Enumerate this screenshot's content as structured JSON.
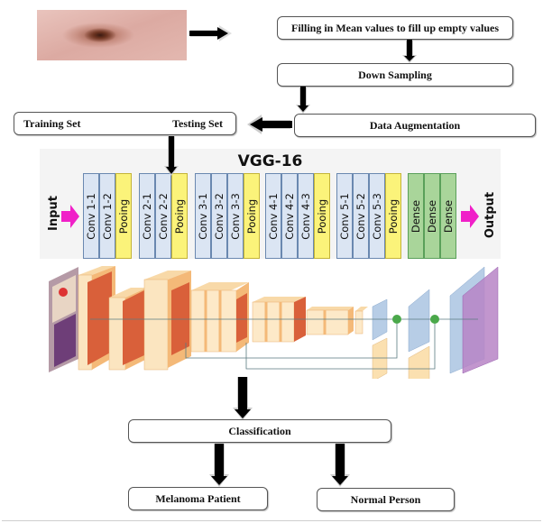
{
  "pipeline": {
    "input_image": {
      "label": "skin-lesion-image"
    },
    "steps": {
      "filling": "Filling in Mean values to fill up empty values",
      "down_sampling": "Down Sampling",
      "data_augmentation": "Data Augmentation",
      "training_set": "Training Set",
      "testing_set": "Testing Set",
      "classification": "Classification",
      "melanoma": "Melanoma Patient",
      "normal": "Normal Person"
    }
  },
  "vgg": {
    "title": "VGG-16",
    "input_label": "Input",
    "output_label": "Output",
    "blocks": [
      {
        "layers": [
          "Conv 1-1",
          "Conv 1-2",
          "Pooing"
        ]
      },
      {
        "layers": [
          "Conv 2-1",
          "Conv 2-2",
          "Pooing"
        ]
      },
      {
        "layers": [
          "Conv 3-1",
          "Conv 3-2",
          "Conv 3-3",
          "Pooing"
        ]
      },
      {
        "layers": [
          "Conv 4-1",
          "Conv 4-2",
          "Conv 4-3",
          "Pooing"
        ]
      },
      {
        "layers": [
          "Conv 5-1",
          "Conv 5-2",
          "Conv 5-3",
          "Pooing"
        ]
      },
      {
        "layers": [
          "Dense",
          "Dense",
          "Dense"
        ]
      }
    ]
  },
  "colors": {
    "conv": "#dbe5f3",
    "pool": "#fbf37a",
    "dense": "#a9d59a",
    "io_arrow": "#f020c8"
  }
}
